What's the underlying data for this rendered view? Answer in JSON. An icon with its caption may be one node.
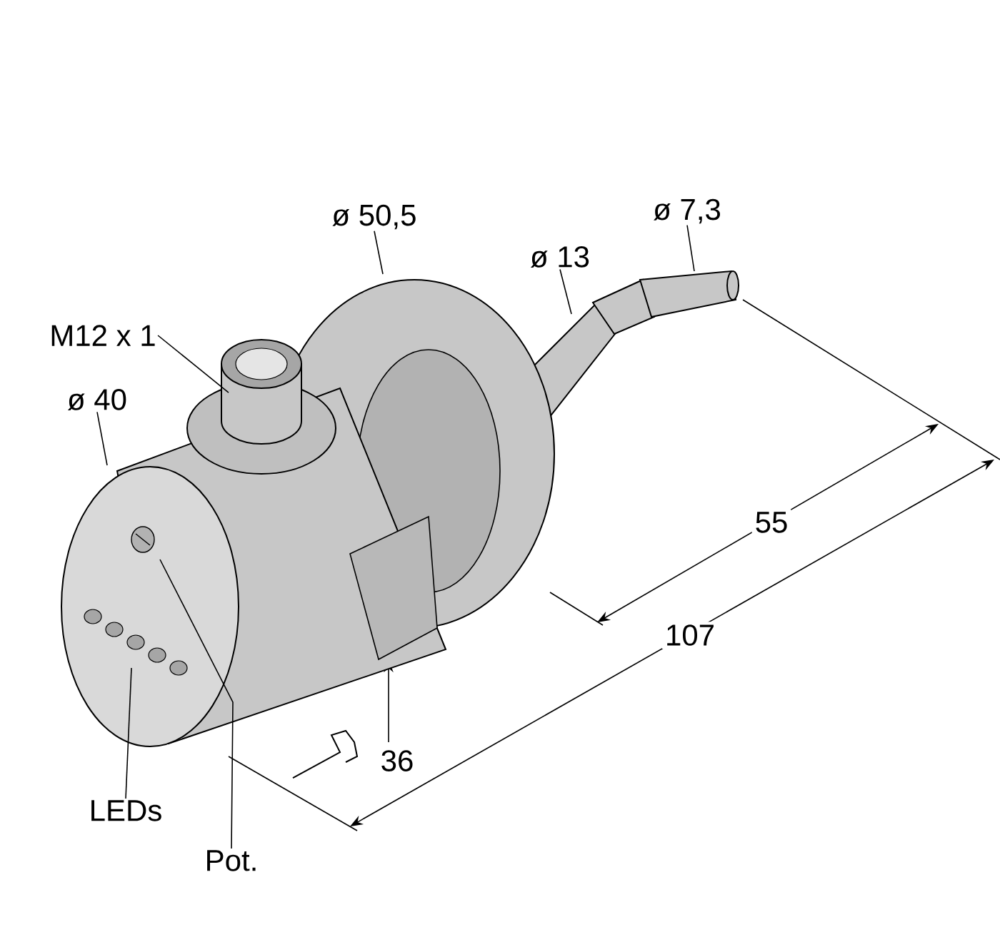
{
  "diagram": {
    "nodes": [
      {
        "text": [
          "ø 50,5"
        ]
      },
      {
        "text": [
          "ø 13"
        ]
      },
      {
        "text": [
          "ø 7,3"
        ]
      },
      {
        "text": [
          "M12 x 1"
        ]
      },
      {
        "text": [
          "ø 40"
        ]
      },
      {
        "text": [
          "LEDs"
        ]
      },
      {
        "text": [
          "Pot."
        ]
      }
    ],
    "edges": [
      {
        "from": 0,
        "to": null,
        "arrow": "none"
      },
      {
        "from": 1,
        "to": null,
        "arrow": "none"
      },
      {
        "from": 2,
        "to": null,
        "arrow": "none"
      },
      {
        "from": 3,
        "to": null,
        "arrow": "none"
      },
      {
        "from": 4,
        "to": null,
        "arrow": "none"
      },
      {
        "from": 5,
        "to": null,
        "arrow": "none"
      },
      {
        "from": 6,
        "to": null,
        "arrow": "none"
      }
    ],
    "labels": [
      "55",
      "107",
      "36"
    ]
  }
}
